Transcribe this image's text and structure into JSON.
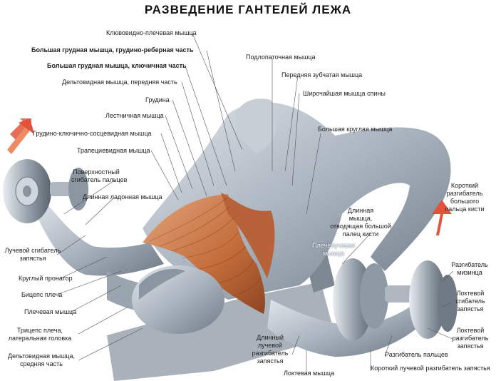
{
  "title": "РАЗВЕДЕНИЕ  ГАНТЕЛЕЙ  ЛЕЖА",
  "labels": {
    "clavi_deltoid": "Клювовидно-плечевая мышца",
    "pec_sternal": "Большая грудная мышца, грудино-реберная часть",
    "pec_clav": "Большая грудная мышца, ключичная часть",
    "delt_front": "Дельтовидная мышца, передняя часть",
    "sternum": "Грудина",
    "scalene": "Лестничная мышца",
    "scm": "Грудино-ключично-сосцевидная мышца",
    "trap": "Трапециевидная мышца",
    "flex_sup_1": "Поверхностный",
    "flex_sup_2": "сгибатель пальцев",
    "palmaris": "Длинная ладонная мышца",
    "fcr_1": "Лучевой сгибатель",
    "fcr_2": "запястья",
    "pronator": "Круглый пронатор",
    "biceps": "Бицепс плеча",
    "brachialis": "Плечевая мышца",
    "triceps_1": "Трицепс плеча,",
    "triceps_2": "латеральная головка",
    "delt_mid_1": "Дельтовидная мышца,",
    "delt_mid_2": "средняя часть",
    "subscap": "Подлопаточная мышца",
    "serratus": "Передняя зубчатая мышца",
    "lat": "Широчайшая мышца спины",
    "teres": "Большая круглая мышца",
    "apl_1": "Длинная",
    "apl_2": "мышца,",
    "apl_3": "отводящая большой",
    "apl_4": "палец кисти",
    "brachiorad_1": "Плечелучевая",
    "brachiorad_2": "мышца",
    "epb_1": "Короткий",
    "epb_2": "разгибатель",
    "epb_3": "большого",
    "epb_4": "пальца кисти",
    "edm_1": "Разгибатель",
    "edm_2": "мизинца",
    "fcu_1": "Локтевой",
    "fcu_2": "сгибатель",
    "fcu_3": "запястья",
    "ecu_1": "Локтевой",
    "ecu_2": "разгибатель",
    "ecu_3": "запястья",
    "ecrl_1": "Длинный",
    "ecrl_2": "лучевой",
    "ecrl_3": "разгибатель",
    "ecrl_4": "запястья",
    "ext_dig": "Разгибатель пальцев",
    "anconeus": "Локтевая мышца",
    "ecrb": "Короткий лучевой разгибатель запястья"
  },
  "colors": {
    "muscle": "#b9c2cc",
    "muscle_dark": "#6c7884",
    "pectoral": "#c8743e",
    "arrow": "#e2533a",
    "leader": "#555555"
  }
}
